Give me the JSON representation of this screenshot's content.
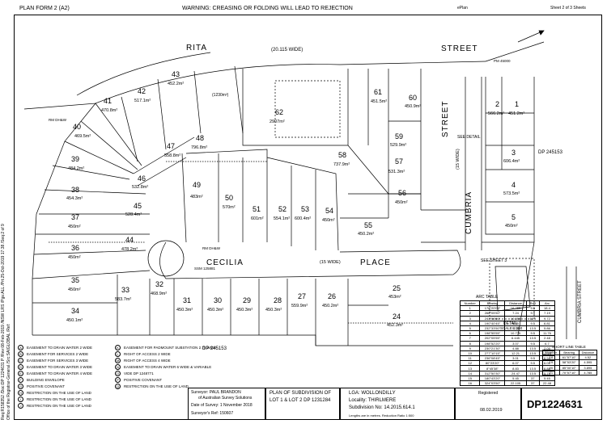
{
  "header": {
    "form_label": "PLAN FORM 2 (A2)",
    "warning": "WARNING: CREASING OR FOLDING WILL LEAD TO REJECTION",
    "eplan": "ePlan",
    "sheet": "Sheet  2  of  3  Sheets"
  },
  "side_text": "Req:R158352 /Doc:DP 1224631 P /Rev:08-Feb-2019 /NSW LRS /Pgs:ALL /Prt:25-Oct-2019 17:38 /Seq:2 of 9",
  "side_text2": "Office of the Registrar-General /Src:SAIGLOBAL /Ref:",
  "streets": {
    "rita": "RITA",
    "rita_width": "(20.115 WIDE)",
    "street": "STREET",
    "cecilia": "CECILIA",
    "cecilia_width": "(15 WIDE)",
    "place": "PLACE",
    "cumbria": "CUMBRIA",
    "cumbria_street_col": "STREET",
    "cumbria_width": "(15 WIDE)",
    "cumbria_street_inset": "CUMBRIA STREET"
  },
  "lots": [
    {
      "n": "1",
      "a": "451.2m²"
    },
    {
      "n": "2",
      "a": "566.2m²"
    },
    {
      "n": "3",
      "a": "606.4m²"
    },
    {
      "n": "4",
      "a": "573.5m²"
    },
    {
      "n": "5",
      "a": "450m²"
    },
    {
      "n": "24",
      "a": "452.3m²"
    },
    {
      "n": "25",
      "a": "453m²"
    },
    {
      "n": "26",
      "a": "450.2m²"
    },
    {
      "n": "27",
      "a": "559.9m²"
    },
    {
      "n": "28",
      "a": "450.3m²"
    },
    {
      "n": "29",
      "a": "450.3m²"
    },
    {
      "n": "30",
      "a": "450.3m²"
    },
    {
      "n": "31",
      "a": "450.3m²"
    },
    {
      "n": "32",
      "a": "468.9m²"
    },
    {
      "n": "33",
      "a": "583.7m²"
    },
    {
      "n": "34",
      "a": "450.1m²"
    },
    {
      "n": "35",
      "a": "450m²"
    },
    {
      "n": "36",
      "a": "450m²"
    },
    {
      "n": "37",
      "a": "450m²"
    },
    {
      "n": "38",
      "a": "454.3m²"
    },
    {
      "n": "39",
      "a": "484.2m²"
    },
    {
      "n": "40",
      "a": "469.5m²"
    },
    {
      "n": "41",
      "a": "470.8m²"
    },
    {
      "n": "42",
      "a": "517.1m²"
    },
    {
      "n": "43",
      "a": "452.2m²"
    },
    {
      "n": "44",
      "a": "478.2m²"
    },
    {
      "n": "45",
      "a": "528.4m²"
    },
    {
      "n": "46",
      "a": "532.8m²"
    },
    {
      "n": "47",
      "a": "558.8m²"
    },
    {
      "n": "48",
      "a": "796.8m²"
    },
    {
      "n": "49",
      "a": "483m²"
    },
    {
      "n": "50",
      "a": "570m²"
    },
    {
      "n": "51",
      "a": "601m²"
    },
    {
      "n": "52",
      "a": "554.1m²"
    },
    {
      "n": "53",
      "a": "600.4m²"
    },
    {
      "n": "54",
      "a": "450m²"
    },
    {
      "n": "55",
      "a": "450.2m²"
    },
    {
      "n": "56",
      "a": "450m²"
    },
    {
      "n": "57",
      "a": "531.3m²"
    },
    {
      "n": "58",
      "a": "737.9m²"
    },
    {
      "n": "59",
      "a": "529.9m²"
    },
    {
      "n": "60",
      "a": "450.9m²"
    },
    {
      "n": "61",
      "a": "451.5m²"
    },
    {
      "n": "62",
      "a": "2907m²"
    }
  ],
  "notes": {
    "dp_ref_1": "DP 245153",
    "dp_ref_2": "DP 245153",
    "see_sheet_3": "SEE SHEET 3",
    "see_detail": "SEE DETAIL",
    "detail": "DETAIL",
    "scale": "SCALE 1:250",
    "area_1230": "(1230m²)",
    "rm_note": "RM DH&W",
    "ssm": "SSM 125881",
    "pm": "PM 45000",
    "wide": "(15 WIDE)"
  },
  "legend": [
    {
      "k": "A",
      "t": "EASEMENT TO DRAIN WATER 2 WIDE"
    },
    {
      "k": "B",
      "t": "EASEMENT FOR SERVICES 2 WIDE"
    },
    {
      "k": "C",
      "t": "EASEMENT FOR SERVICES 3 WIDE"
    },
    {
      "k": "D",
      "t": "EASEMENT TO DRAIN WATER 3 WIDE"
    },
    {
      "k": "E",
      "t": "EASEMENT TO DRAIN WATER 4 WIDE"
    },
    {
      "k": "F",
      "t": "BUILDING ENVELOPE"
    },
    {
      "k": "G",
      "t": "POSITIVE COVENANT"
    },
    {
      "k": "H",
      "t": "RESTRICTION ON THE USE OF LAND"
    },
    {
      "k": "I",
      "t": "RESTRICTION ON THE USE OF LAND"
    },
    {
      "k": "J",
      "t": "RESTRICTION ON THE USE OF LAND"
    },
    {
      "k": "K",
      "t": "EASEMENT FOR PADMOUNT SUBSTATION 2.75 WIDE"
    },
    {
      "k": "L",
      "t": "RIGHT OF ACCESS 2 WIDE"
    },
    {
      "k": "M",
      "t": "RIGHT OF ACCESS 4 WIDE"
    },
    {
      "k": "N",
      "t": "EASEMENT TO DRAIN WATER 6 WIDE & VARIABLE"
    },
    {
      "k": "O",
      "t": "VIDE DP 1248771"
    },
    {
      "k": "P",
      "t": "POSITIVE COVENANT"
    },
    {
      "k": "Q",
      "t": "RESTRICTION ON THE USE OF LAND"
    }
  ],
  "title_block": {
    "surveyor": "Surveyor: PAUL BRANDON",
    "surveyor_co": "of Australian Survey Solutions",
    "date": "Date of Survey: 1 November 2018",
    "ref": "Surveyor's Ref: 150607",
    "plan_of": "PLAN OF SUBDIVISION OF",
    "lots": "LOT 1 & LOT 2  DP 1231284",
    "lga": "LGA: WOLLONDILLY",
    "locality": "Locality: THIRLMERE",
    "subdivision": "Subdivision No: 14.2015.614.1",
    "lengths": "Lengths are in metres. Reduction Ratio 1:500",
    "registered": "Registered",
    "reg_date": "08.02.2019",
    "dp": "DP1224631"
  },
  "arc_table": {
    "title": "ARC TABLE",
    "headers": [
      "Number",
      "Bearing",
      "Distance",
      "Rad",
      "Arc"
    ],
    "rows": [
      [
        "1",
        "178°20'05\"",
        "16.455",
        "9.5",
        "18.4"
      ],
      [
        "2",
        "268°05'50\"",
        "7.24",
        "9.5",
        "7.19"
      ],
      [
        "3",
        "243°06'50\"",
        "10.355",
        "13.5",
        "9.72"
      ],
      [
        "4",
        "190°40'45\"",
        "5.85",
        "9.5",
        "6.81"
      ],
      [
        "5",
        "232°33'50\"",
        "5.74",
        "13.5",
        "5.86"
      ],
      [
        "6",
        "198°55'55\"",
        "10.775",
        "9.5",
        "11.76"
      ],
      [
        "7",
        "202°05'55\"",
        "6.445",
        "13.5",
        "2.48"
      ],
      [
        "8",
        "198°52'20\"",
        "3.07",
        "9.5",
        "6.7"
      ],
      [
        "9",
        "230°21'30\"",
        "4.88",
        "13.5",
        "2.05"
      ],
      [
        "10",
        "277°10'15\"",
        "12.21",
        "13.5",
        "12.24"
      ],
      [
        "11",
        "236°08'45\"",
        "3.01",
        "9.5",
        "6.94"
      ],
      [
        "12",
        "80°23'20\"",
        "6.07",
        "9.5",
        "6.01"
      ],
      [
        "13",
        "8°45'38\"",
        "8.83",
        "13.5",
        "6.88"
      ],
      [
        "14",
        "312°50'30\"",
        "24.47",
        "13.5",
        "5.79"
      ],
      [
        "15",
        "180°43'20\"",
        "5.45",
        "37",
        "5.45"
      ],
      [
        "16",
        "324°03'50\"",
        "22.105",
        "37",
        "22.48"
      ]
    ]
  },
  "short_table": {
    "title": "SHORT LINE TABLE",
    "headers": [
      "Number",
      "Bearing",
      "Distance"
    ],
    "rows": [
      [
        "18",
        "61°57'10\"",
        "4.52"
      ],
      [
        "19",
        "58°53'20\"",
        "4.595"
      ],
      [
        "20",
        "85°00'10\"",
        "3.895"
      ],
      [
        "21",
        "70°57'10\"",
        "4.785"
      ]
    ]
  }
}
